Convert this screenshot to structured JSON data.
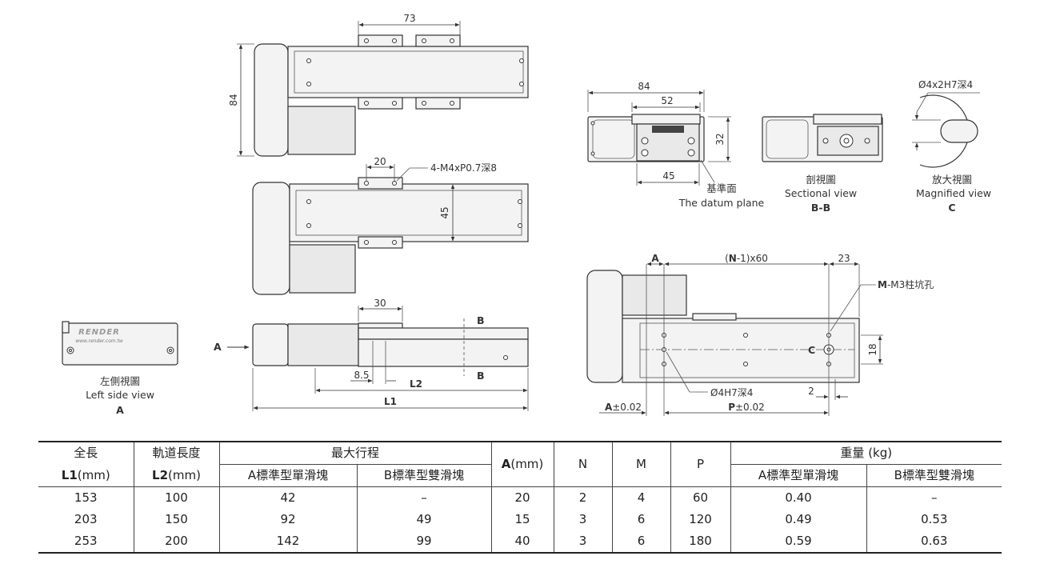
{
  "dims": {
    "top_width": "73",
    "top_height": "84",
    "mid_pitch": "20",
    "mid_callout": "4-M4xP0.7深8",
    "mid_rail": "45",
    "bottom_block": "30",
    "bottom_offset": "8.5",
    "bottom_l2": "L2",
    "bottom_l1": "L1",
    "section_b": "B",
    "arrow_a": "A",
    "front_84": "84",
    "front_52": "52",
    "front_32": "32",
    "front_45": "45",
    "mag_callout": "Ø4x2H7深4",
    "side_a": "A",
    "side_pitch_prefix": "(",
    "side_pitch_n": "N",
    "side_pitch_suffix": "-1)x60",
    "side_23": "23",
    "side_m": "M",
    "side_m_callout": "-M3柱坑孔",
    "side_18": "18",
    "side_c": "C",
    "side_2": "2",
    "side_hole": "Ø4H7深4",
    "side_a_tol": "A",
    "side_a_tol_suffix": "±0.02",
    "side_p_tol": "P",
    "side_p_tol_suffix": "±0.02"
  },
  "captions": {
    "left_zh": "左側視圖",
    "left_en": "Left side view",
    "left_tag": "A",
    "datum_zh": "基準面",
    "datum_en": "The datum plane",
    "section_zh": "剖視圖",
    "section_en": "Sectional view",
    "section_tag": "B-B",
    "mag_zh": "放大視圖",
    "mag_en": "Magnified view",
    "mag_tag": "C"
  },
  "brand": {
    "logo": "RENDER",
    "url": "www.render.com.tw"
  },
  "table": {
    "h_l1_zh": "全長",
    "h_l1_code": "L1",
    "h_l1_unit": "(mm)",
    "h_l2_zh": "軌道長度",
    "h_l2_code": "L2",
    "h_l2_unit": "(mm)",
    "h_stroke": "最大行程",
    "h_stroke_a": "A標準型單滑塊",
    "h_stroke_b": "B標準型雙滑塊",
    "h_a_code": "A",
    "h_a_unit": "(mm)",
    "h_n": "N",
    "h_m": "M",
    "h_p": "P",
    "h_weight": "重量 (kg)",
    "h_weight_a": "A標準型單滑塊",
    "h_weight_b": "B標準型雙滑塊",
    "rows": [
      [
        "153",
        "100",
        "42",
        "–",
        "20",
        "2",
        "4",
        "60",
        "0.40",
        "–"
      ],
      [
        "203",
        "150",
        "92",
        "49",
        "15",
        "3",
        "6",
        "120",
        "0.49",
        "0.53"
      ],
      [
        "253",
        "200",
        "142",
        "99",
        "40",
        "3",
        "6",
        "180",
        "0.59",
        "0.63"
      ]
    ]
  }
}
